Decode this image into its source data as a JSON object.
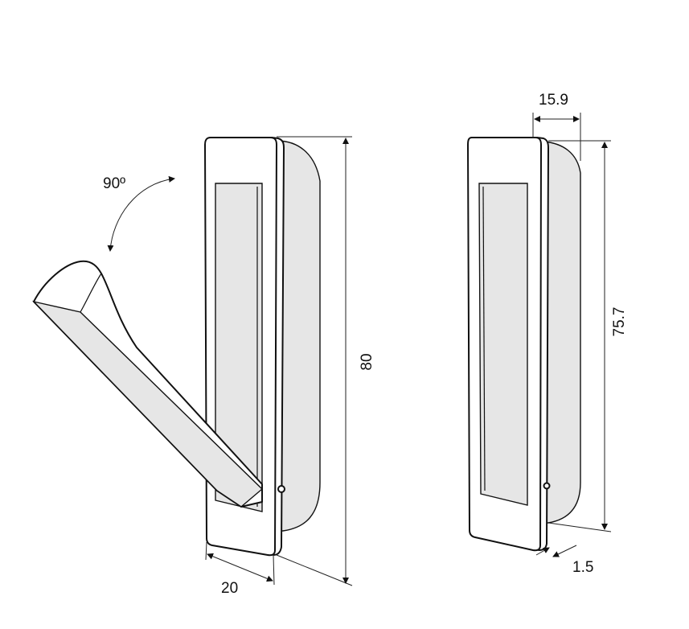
{
  "left_view": {
    "rotation_label": "90º",
    "height_label": "80",
    "width_label": "20"
  },
  "right_view": {
    "depth_label": "15.9",
    "height_label": "75.7",
    "flange_label": "1.5"
  }
}
